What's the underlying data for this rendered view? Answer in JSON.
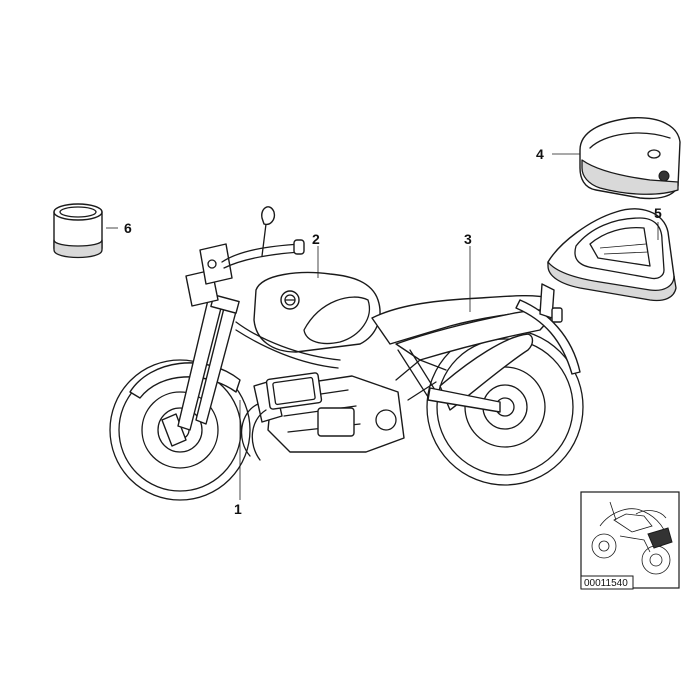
{
  "callouts": {
    "c1": "1",
    "c2": "2",
    "c3": "3",
    "c4": "4",
    "c5": "5",
    "c6": "6"
  },
  "reference_number": "00011540",
  "colors": {
    "line": "#1a1a1a",
    "shade": "#d9d9d9",
    "background": "#ffffff"
  }
}
